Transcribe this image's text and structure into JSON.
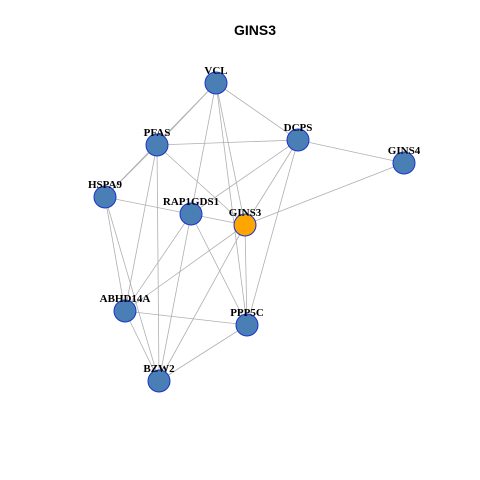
{
  "title": "GINS3",
  "colors": {
    "default_node": "#4a7fb5",
    "focus_node": "#ffa500",
    "node_border": "#1a33cc",
    "edge": "#b0b0b0"
  },
  "nodes": [
    {
      "id": "VCL",
      "label": "VCL",
      "focus": false
    },
    {
      "id": "PFAS",
      "label": "PFAS",
      "focus": false
    },
    {
      "id": "DCPS",
      "label": "DCPS",
      "focus": false
    },
    {
      "id": "GINS4",
      "label": "GINS4",
      "focus": false
    },
    {
      "id": "HSPA9",
      "label": "HSPA9",
      "focus": false
    },
    {
      "id": "RAP1GDS1",
      "label": "RAP1GDS1",
      "focus": false
    },
    {
      "id": "GINS3",
      "label": "GINS3",
      "focus": true
    },
    {
      "id": "ABHD14A",
      "label": "ABHD14A",
      "focus": false
    },
    {
      "id": "PPP5C",
      "label": "PPP5C",
      "focus": false
    },
    {
      "id": "BZW2",
      "label": "BZW2",
      "focus": false
    }
  ],
  "edges": [
    [
      "VCL",
      "PFAS"
    ],
    [
      "VCL",
      "HSPA9"
    ],
    [
      "VCL",
      "DCPS"
    ],
    [
      "VCL",
      "RAP1GDS1"
    ],
    [
      "VCL",
      "GINS3"
    ],
    [
      "VCL",
      "PPP5C"
    ],
    [
      "PFAS",
      "HSPA9"
    ],
    [
      "PFAS",
      "DCPS"
    ],
    [
      "PFAS",
      "GINS3"
    ],
    [
      "PFAS",
      "ABHD14A"
    ],
    [
      "PFAS",
      "BZW2"
    ],
    [
      "DCPS",
      "GINS4"
    ],
    [
      "DCPS",
      "RAP1GDS1"
    ],
    [
      "DCPS",
      "GINS3"
    ],
    [
      "DCPS",
      "PPP5C"
    ],
    [
      "GINS4",
      "GINS3"
    ],
    [
      "HSPA9",
      "GINS3"
    ],
    [
      "HSPA9",
      "ABHD14A"
    ],
    [
      "HSPA9",
      "BZW2"
    ],
    [
      "RAP1GDS1",
      "ABHD14A"
    ],
    [
      "RAP1GDS1",
      "PPP5C"
    ],
    [
      "RAP1GDS1",
      "BZW2"
    ],
    [
      "GINS3",
      "ABHD14A"
    ],
    [
      "GINS3",
      "PPP5C"
    ],
    [
      "GINS3",
      "BZW2"
    ],
    [
      "ABHD14A",
      "PPP5C"
    ],
    [
      "ABHD14A",
      "BZW2"
    ],
    [
      "PPP5C",
      "BZW2"
    ]
  ]
}
